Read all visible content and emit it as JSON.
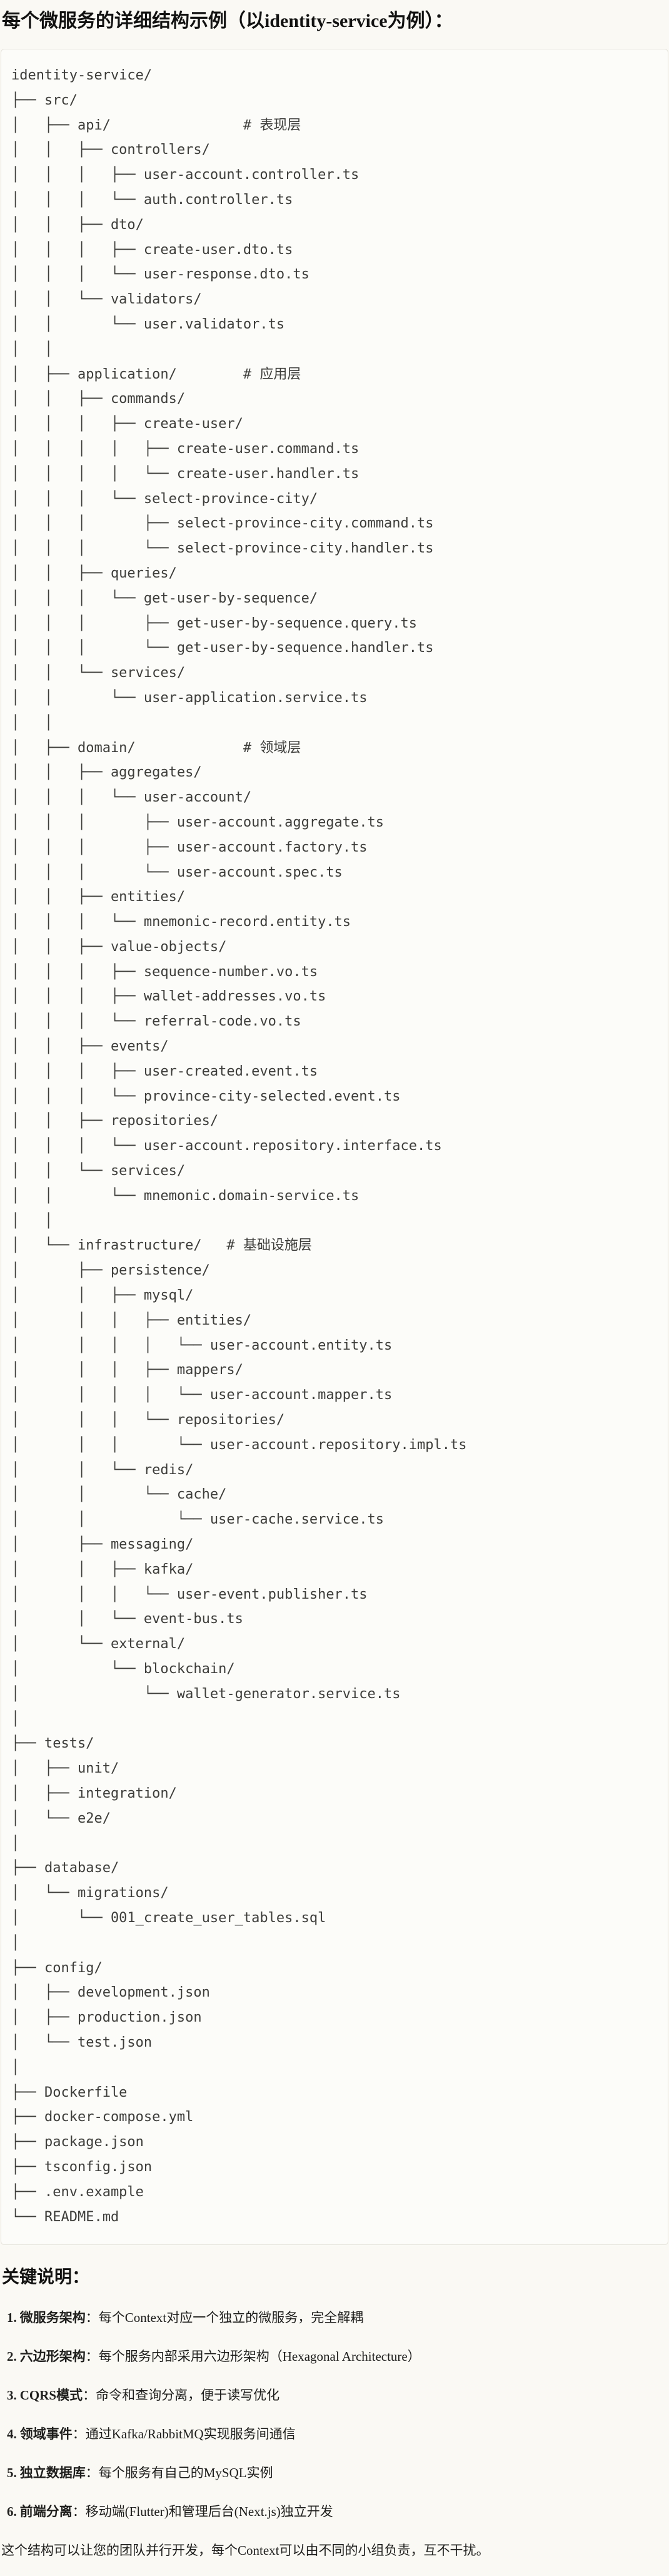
{
  "header": {
    "title": "每个微服务的详细结构示例（以identity-service为例）："
  },
  "tree": {
    "lines": [
      "identity-service/",
      "├── src/",
      "│   ├── api/                # 表现层",
      "│   │   ├── controllers/",
      "│   │   │   ├── user-account.controller.ts",
      "│   │   │   └── auth.controller.ts",
      "│   │   ├── dto/",
      "│   │   │   ├── create-user.dto.ts",
      "│   │   │   └── user-response.dto.ts",
      "│   │   └── validators/",
      "│   │       └── user.validator.ts",
      "│   │",
      "│   ├── application/        # 应用层",
      "│   │   ├── commands/",
      "│   │   │   ├── create-user/",
      "│   │   │   │   ├── create-user.command.ts",
      "│   │   │   │   └── create-user.handler.ts",
      "│   │   │   └── select-province-city/",
      "│   │   │       ├── select-province-city.command.ts",
      "│   │   │       └── select-province-city.handler.ts",
      "│   │   ├── queries/",
      "│   │   │   └── get-user-by-sequence/",
      "│   │   │       ├── get-user-by-sequence.query.ts",
      "│   │   │       └── get-user-by-sequence.handler.ts",
      "│   │   └── services/",
      "│   │       └── user-application.service.ts",
      "│   │",
      "│   ├── domain/             # 领域层",
      "│   │   ├── aggregates/",
      "│   │   │   └── user-account/",
      "│   │   │       ├── user-account.aggregate.ts",
      "│   │   │       ├── user-account.factory.ts",
      "│   │   │       └── user-account.spec.ts",
      "│   │   ├── entities/",
      "│   │   │   └── mnemonic-record.entity.ts",
      "│   │   ├── value-objects/",
      "│   │   │   ├── sequence-number.vo.ts",
      "│   │   │   ├── wallet-addresses.vo.ts",
      "│   │   │   └── referral-code.vo.ts",
      "│   │   ├── events/",
      "│   │   │   ├── user-created.event.ts",
      "│   │   │   └── province-city-selected.event.ts",
      "│   │   ├── repositories/",
      "│   │   │   └── user-account.repository.interface.ts",
      "│   │   └── services/",
      "│   │       └── mnemonic.domain-service.ts",
      "│   │",
      "│   └── infrastructure/   # 基础设施层",
      "│       ├── persistence/",
      "│       │   ├── mysql/",
      "│       │   │   ├── entities/",
      "│       │   │   │   └── user-account.entity.ts",
      "│       │   │   ├── mappers/",
      "│       │   │   │   └── user-account.mapper.ts",
      "│       │   │   └── repositories/",
      "│       │   │       └── user-account.repository.impl.ts",
      "│       │   └── redis/",
      "│       │       └── cache/",
      "│       │           └── user-cache.service.ts",
      "│       ├── messaging/",
      "│       │   ├── kafka/",
      "│       │   │   └── user-event.publisher.ts",
      "│       │   └── event-bus.ts",
      "│       └── external/",
      "│           └── blockchain/",
      "│               └── wallet-generator.service.ts",
      "│",
      "├── tests/",
      "│   ├── unit/",
      "│   ├── integration/",
      "│   └── e2e/",
      "│",
      "├── database/",
      "│   └── migrations/",
      "│       └── 001_create_user_tables.sql",
      "│",
      "├── config/",
      "│   ├── development.json",
      "│   ├── production.json",
      "│   └── test.json",
      "│",
      "├── Dockerfile",
      "├── docker-compose.yml",
      "├── package.json",
      "├── tsconfig.json",
      "├── .env.example",
      "└── README.md"
    ]
  },
  "notes": {
    "heading": "关键说明：",
    "items": [
      {
        "num": "1.",
        "term": "微服务架构",
        "text": "：每个Context对应一个独立的微服务，完全解耦"
      },
      {
        "num": "2.",
        "term": "六边形架构",
        "text": "：每个服务内部采用六边形架构（Hexagonal Architecture）"
      },
      {
        "num": "3.",
        "term": "CQRS模式",
        "text": "：命令和查询分离，便于读写优化"
      },
      {
        "num": "4.",
        "term": "领域事件",
        "text": "：通过Kafka/RabbitMQ实现服务间通信"
      },
      {
        "num": "5.",
        "term": "独立数据库",
        "text": "：每个服务有自己的MySQL实例"
      },
      {
        "num": "6.",
        "term": "前端分离",
        "text": "：移动端(Flutter)和管理后台(Next.js)独立开发"
      }
    ],
    "footer": "这个结构可以让您的团队并行开发，每个Context可以由不同的小组负责，互不干扰。"
  },
  "colors": {
    "page_background": "#faf9f4",
    "code_background": "#fcfcf9",
    "code_border": "#e6e4dc",
    "tree_text": "#3d3d3a",
    "heading_text": "#121211",
    "body_text": "#1e1e1c"
  }
}
